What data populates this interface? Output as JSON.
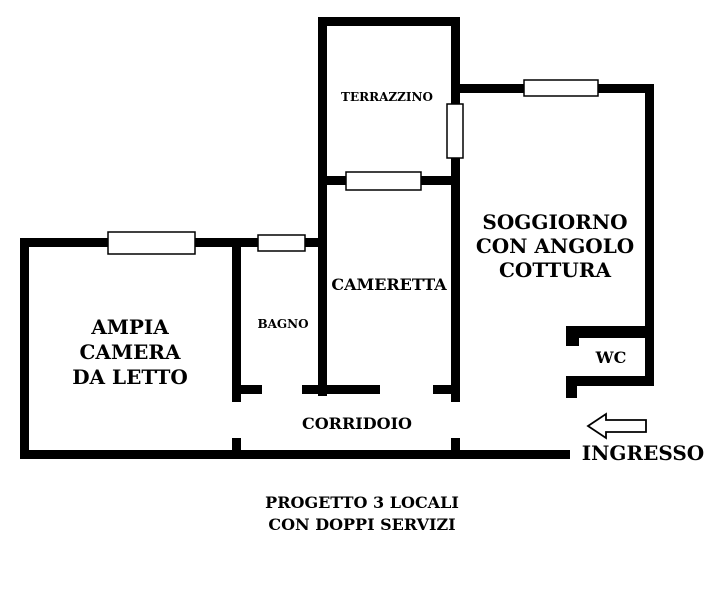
{
  "rooms": {
    "terrazzino": "TERRAZZINO",
    "soggiorno": [
      "SOGGIORNO",
      "CON ANGOLO",
      "COTTURA"
    ],
    "cameretta": "CAMERETTA",
    "bagno": "BAGNO",
    "camera": [
      "AMPIA",
      "CAMERA",
      "DA LETTO"
    ],
    "wc": "WC",
    "corridoio": "CORRIDOIO"
  },
  "entrance": {
    "label": "INGRESSO",
    "icon": "arrow-left-outline-icon"
  },
  "caption": [
    "PROGETTO 3 LOCALI",
    "CON DOPPI SERVIZI"
  ],
  "colors": {
    "wall": "#000000",
    "background": "#ffffff"
  }
}
